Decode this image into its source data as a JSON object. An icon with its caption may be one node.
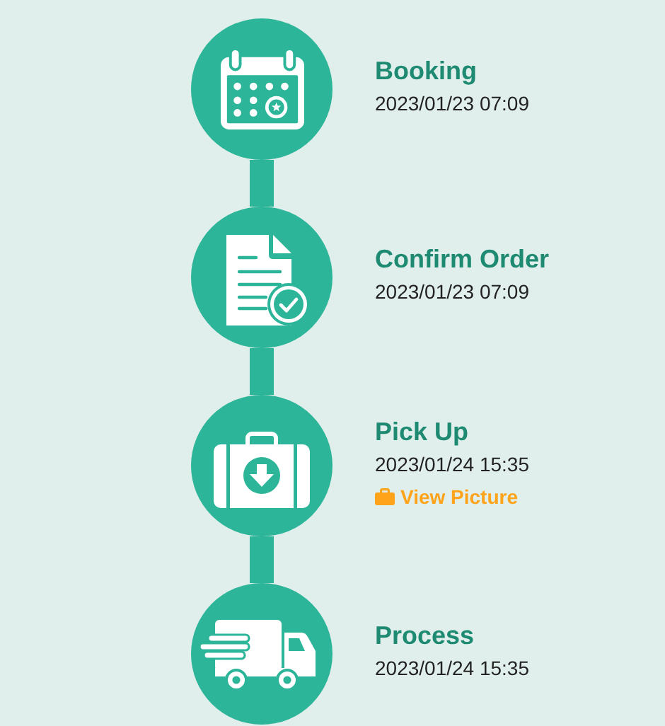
{
  "diagram": {
    "nodes": [
      {
        "text": [],
        "shape": "circle",
        "beside": [
          "Booking",
          "2023/01/23 07:09"
        ]
      },
      {
        "text": [],
        "shape": "circle",
        "beside": [
          "Confirm Order",
          "2023/01/23 07:09"
        ]
      },
      {
        "text": [],
        "shape": "circle",
        "beside": [
          "Pick Up",
          "2023/01/24 15:35",
          "View Picture"
        ]
      },
      {
        "text": [],
        "shape": "circle",
        "beside": [
          "Process",
          "2023/01/24 15:35"
        ]
      }
    ],
    "edges": [
      {
        "from": 0,
        "to": 1,
        "arrow": "none"
      },
      {
        "from": 1,
        "to": 2,
        "arrow": "none"
      },
      {
        "from": 2,
        "to": 3,
        "arrow": "none"
      }
    ]
  }
}
